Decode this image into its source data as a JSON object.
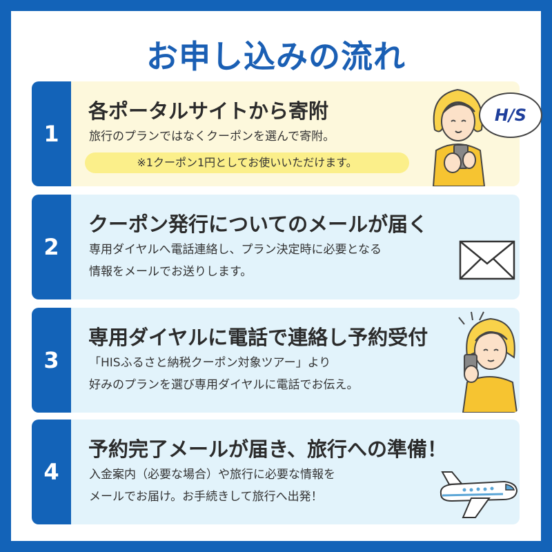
{
  "title": "お申し込みの流れ",
  "colors": {
    "primary_blue": "#1363b8",
    "step1_bg": "#fdf8dc",
    "steps_bg": "#e2f3fb",
    "note_yellow": "#fbef8a",
    "hair_yellow": "#f9d24a"
  },
  "steps": [
    {
      "number": "1",
      "title": "各ポータルサイトから寄附",
      "lines": [
        "旅行のプランではなくクーポンを選んで寄附。"
      ],
      "note": "※1クーポン1円としてお使いいただけます。",
      "illustration": "woman-with-phone-icon",
      "bubble": "H/S"
    },
    {
      "number": "2",
      "title": "クーポン発行についてのメールが届く",
      "lines": [
        "専用ダイヤルへ電話連絡し、プラン決定時に必要となる",
        "情報をメールでお送りします。"
      ],
      "illustration": "envelope-icon"
    },
    {
      "number": "3",
      "title": "専用ダイヤルに電話で連絡し予約受付",
      "lines": [
        "「HISふるさと納税クーポン対象ツアー」より",
        "好みのプランを選び専用ダイヤルに電話でお伝え。"
      ],
      "illustration": "woman-calling-icon"
    },
    {
      "number": "4",
      "title": "予約完了メールが届き、旅行への準備！",
      "lines": [
        "入金案内（必要な場合）や旅行に必要な情報を",
        "メールでお届け。お手続きして旅行へ出発！"
      ],
      "illustration": "airplane-icon"
    }
  ]
}
